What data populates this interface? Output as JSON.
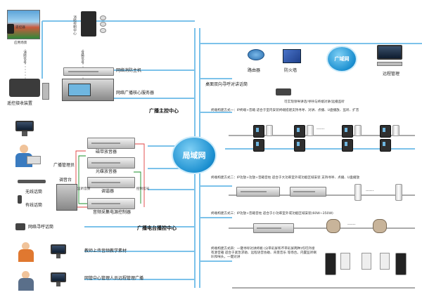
{
  "diagram": {
    "lan": "局域网",
    "internet": "广域网",
    "router": "路由器",
    "firewall": "防火墙",
    "remote_mgmt": "远程管理",
    "main_center": "广播主控中心",
    "sub_center": "广播电台播控中心",
    "app_scene": "应用场景",
    "remote_control": "遥控器",
    "fire_center": "消防控制中心",
    "remote_receiver": "遥控接收装置",
    "fire_host": "网络消防主机",
    "core_server": "网络广播核心服务器",
    "tape_player": "磁带放音器",
    "cd_player": "光碟放音器",
    "tuner": "调谐器",
    "audio_capture": "音频采集电源控制器",
    "broadcaster": "广播管理员",
    "mixer": "调音台",
    "wireless_mic": "无线话筒",
    "wired_mic": "有线话筒",
    "network_paging": "网络寻呼话筒",
    "teacher": "教师上传音频教学素材",
    "net_mgmt": "网管中心管理人员远程管理广播",
    "desk_paging": "桌面双向寻呼对讲话筒",
    "bidir_note": "可实现领导讲话/寻呼与终端对讲/远播监听",
    "mode1": "终端构建方式一：IP终端+音箱 适合于室内安装终端搭建支持寻呼、对讲、点播、U盘播放、监听、扩音",
    "mode2": "终端构建方式二：IP功放+功放+音箱音柱 适合于大功率室外或功能区域安装 支持寻呼、点播、U盘播放",
    "mode3": "终端构建方式三：IP功放+音箱音柱 适合于小功率室外或功能区域安装(60W~350W)",
    "mode4": "终端构建方式四：一键寻呼对讲终端 (分带彩屏和不带彩屏两种)均可外接有源音箱 适合于紧急求助、远程语音协助、背景音乐 等场合。内置监听喇叭和咪头，一键对讲",
    "line_fire": "消防信号",
    "line_audio": "音频信号",
    "line_ctrl_audio": "控制信号",
    "lbl_monitor_out": "监听音频",
    "lbl_ctrl_out": "控制信号",
    "dots": "······"
  }
}
